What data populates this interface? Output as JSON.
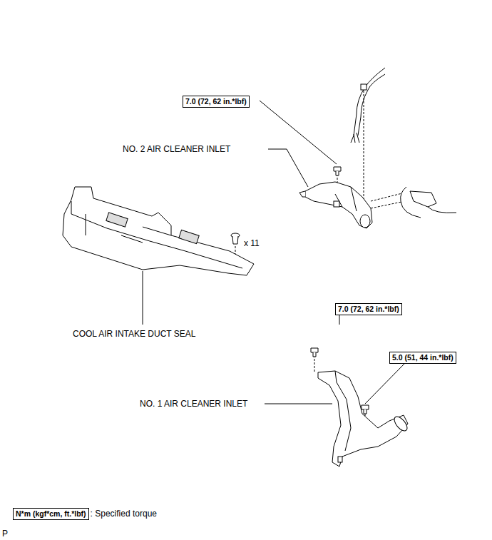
{
  "diagram": {
    "nodes": [
      {
        "text": [
          "7.0 (72, 62 in.*lbf)"
        ]
      },
      {
        "text": [
          "7.0 (72, 62 in.*lbf)"
        ]
      },
      {
        "text": [
          "5.0 (51, 44 in.*lbf)"
        ]
      },
      {
        "text": [
          "N*m (kgf*cm, ft.*lbf)"
        ]
      }
    ],
    "labels": [
      "NO. 2 AIR CLEANER INLET",
      "x 11",
      "COOL AIR INTAKE DUCT SEAL",
      "NO. 1 AIR CLEANER INLET",
      ": Specified torque",
      "P"
    ]
  }
}
